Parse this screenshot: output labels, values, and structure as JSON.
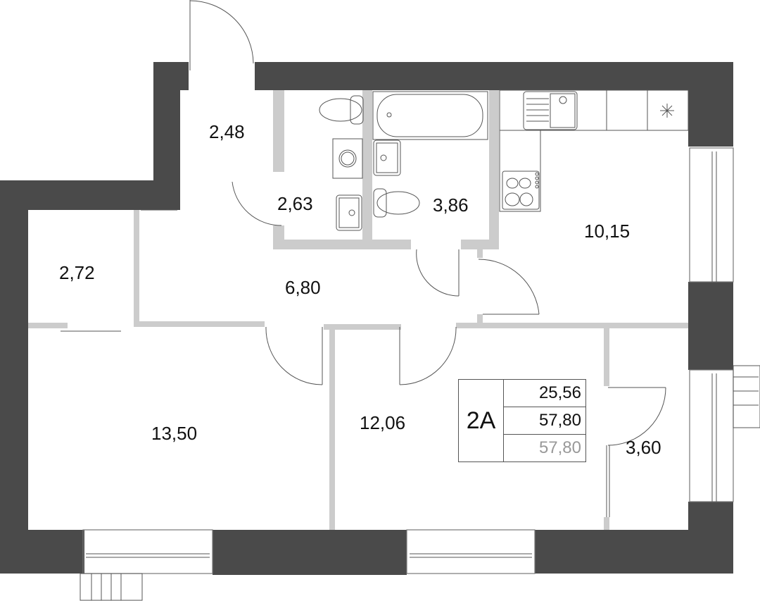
{
  "plan": {
    "apartment_code": "2A",
    "summary": {
      "living_area": "25,56",
      "total_area": "57,80",
      "total_area_alt": "57,80"
    },
    "rooms": [
      {
        "id": "entry-vestibule",
        "area": "2,48"
      },
      {
        "id": "wc",
        "area": "2,63"
      },
      {
        "id": "bathroom",
        "area": "3,86"
      },
      {
        "id": "kitchen",
        "area": "10,15"
      },
      {
        "id": "storage",
        "area": "2,72"
      },
      {
        "id": "hallway",
        "area": "6,80"
      },
      {
        "id": "bedroom-left",
        "area": "13,50"
      },
      {
        "id": "bedroom-right",
        "area": "12,06"
      },
      {
        "id": "wardrobe",
        "area": "3,60"
      }
    ],
    "colors": {
      "exterior_wall": "#4a4a4a",
      "partition_wall": "#cccccc",
      "line": "#555555",
      "secondary_value": "#999999"
    },
    "icons": [
      "toilet-icon",
      "bathtub-icon",
      "sink-icon",
      "washing-machine-icon",
      "kitchen-sink-icon",
      "stove-icon",
      "ventilation-icon",
      "door-swing-icon",
      "window-icon",
      "balcony-icon"
    ]
  }
}
